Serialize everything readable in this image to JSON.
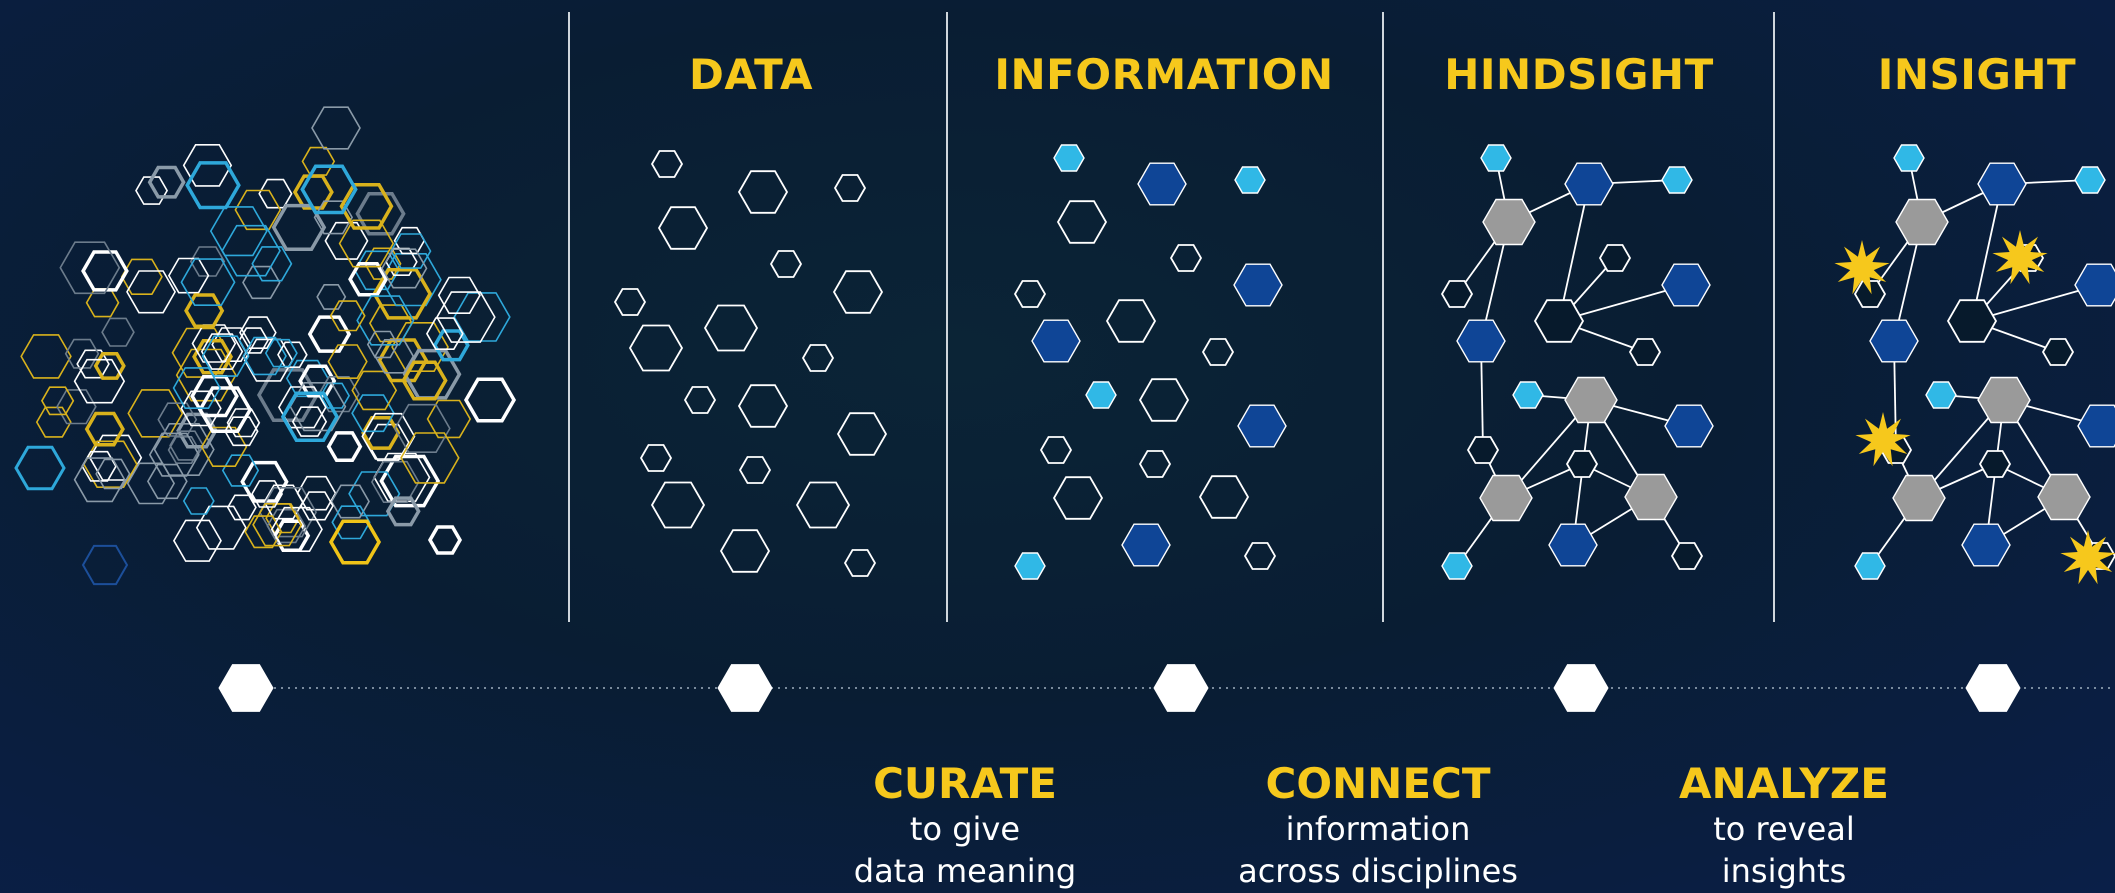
{
  "stages": [
    {
      "key": "raw",
      "title": ""
    },
    {
      "key": "data",
      "title": "DATA"
    },
    {
      "key": "information",
      "title": "INFORMATION"
    },
    {
      "key": "hindsight",
      "title": "HINDSIGHT"
    },
    {
      "key": "insight",
      "title": "INSIGHT"
    }
  ],
  "processes": [
    {
      "verb": "CURATE",
      "line1": "to give",
      "line2": "data meaning"
    },
    {
      "verb": "CONNECT",
      "line1": "information",
      "line2": "across disciplines"
    },
    {
      "verb": "ANALYZE",
      "line1": "to reveal",
      "line2": "insights"
    }
  ],
  "colors": {
    "accent": "#f6c81c",
    "outline": "#ffffff",
    "cyan": "#30b8e6",
    "navy": "#0f4596",
    "gray": "#9a9a9a"
  },
  "icons": [
    "hexagon-icon",
    "star-burst-icon",
    "timeline-node-icon"
  ]
}
